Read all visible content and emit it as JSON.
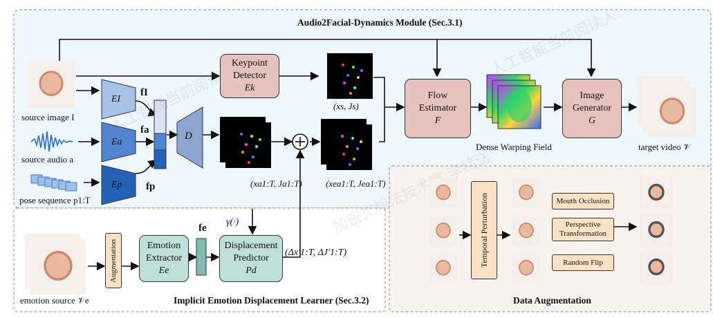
{
  "titles": {
    "top": "Audio2Facial-Dynamics Module (Sec.3.1)",
    "bottom_left": "Implicit Emotion Displacement Learner (Sec.3.2)",
    "bottom_right": "Data Augmentation"
  },
  "inputs": {
    "source_image": "source image I",
    "source_audio": "source audio a",
    "pose_sequence": "pose sequence p1:T",
    "emotion_source": "emotion source 𝒱e"
  },
  "encoders": {
    "image": "EI",
    "audio": "Ea",
    "pose": "Ep",
    "f_i": "fI",
    "f_a": "fa",
    "f_p": "fp",
    "decoder": "D"
  },
  "modules": {
    "keypoint_detector": [
      "Keypoint",
      "Detector",
      "Ek"
    ],
    "flow_estimator": [
      "Flow",
      "Estimator",
      "F"
    ],
    "image_generator": [
      "Image",
      "Generator",
      "G"
    ],
    "emotion_extractor": [
      "Emotion",
      "Extractor",
      "Ee"
    ],
    "displacement_predictor": [
      "Displacement",
      "Predictor",
      "Pd"
    ],
    "augmentation": "Augmentation",
    "temporal_perturbation": "Temporal Perturbation"
  },
  "symbols": {
    "xs_js": "(xs, Js)",
    "xa_ja": "(xa1:T, Ja1:T)",
    "xea_jea": "(xea1:T, Jea1:T)",
    "gamma": "γ(·)",
    "f_e": "fe",
    "delta": "(Δx′1:T, ΔJ′1:T)",
    "plus": "+"
  },
  "labels": {
    "dense_warping_field": "Dense Warping Field",
    "target_video": "target video 𝒱"
  },
  "augment_ops": [
    "Mouth Occlusion",
    "Perspective Transformation",
    "Random Flip"
  ],
  "colors": {
    "top_bg": "#eef7fb",
    "pink": "#e7c3c0",
    "teal": "#bfe0d7",
    "orange": "#fbe2c4",
    "enc_light": "#a8c2e6",
    "enc_mid": "#4f86cf",
    "enc_dark": "#2462b6"
  },
  "watermark": "人工智能当前阅读人：加密文档法技术室 李绪送"
}
